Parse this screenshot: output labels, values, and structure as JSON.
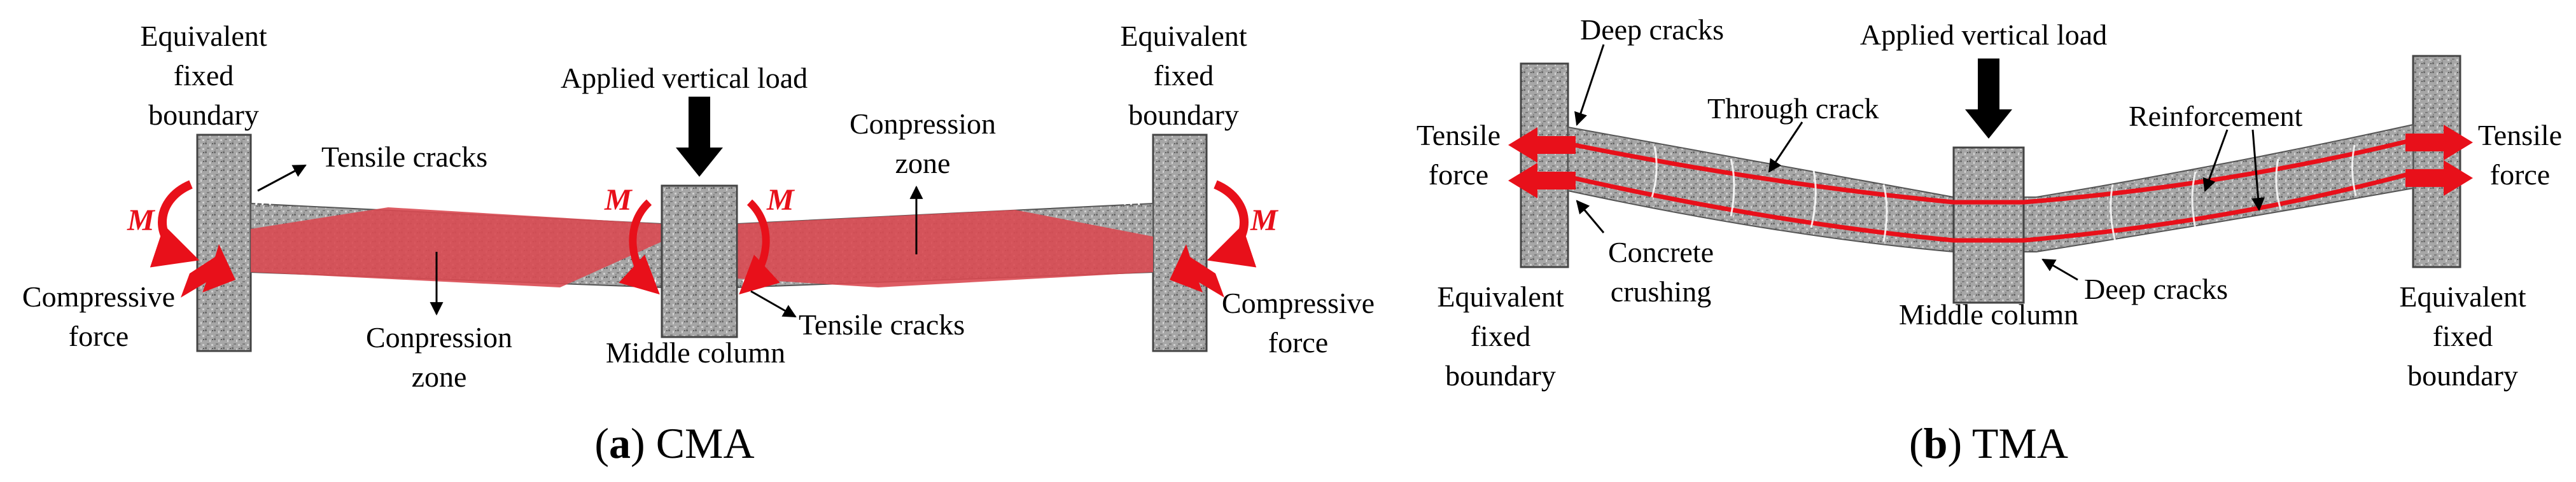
{
  "panel_a": {
    "caption_letter": "a",
    "caption_text": " CMA",
    "labels": {
      "left_boundary": [
        "Equivalent",
        "fixed",
        "boundary"
      ],
      "right_boundary": [
        "Equivalent",
        "fixed",
        "boundary"
      ],
      "applied_load": "Applied vertical load",
      "tensile_cracks_top": "Tensile cracks",
      "tensile_cracks_bottom": "Tensile cracks",
      "compression_zone_right": [
        "Conpression",
        "zone"
      ],
      "compression_zone_left": [
        "Conpression",
        "zone"
      ],
      "compressive_force_left": [
        "Compressive",
        "force"
      ],
      "compressive_force_right": [
        "Compressive",
        "force"
      ],
      "middle_column": "Middle column",
      "moment": "M"
    }
  },
  "panel_b": {
    "caption_letter": "b",
    "caption_text": " TMA",
    "labels": {
      "deep_cracks_top": "Deep cracks",
      "deep_cracks_bottom": "Deep cracks",
      "applied_load": "Applied vertical load",
      "through_crack": "Through crack",
      "reinforcement": "Reinforcement",
      "tensile_force_left": [
        "Tensile",
        "force"
      ],
      "tensile_force_right": [
        "Tensile",
        "force"
      ],
      "concrete_crushing": [
        "Concrete",
        "crushing"
      ],
      "middle_column": "Middle column",
      "left_boundary": [
        "Equivalent",
        "fixed",
        "boundary"
      ],
      "right_boundary": [
        "Equivalent",
        "fixed",
        "boundary"
      ]
    }
  },
  "colors": {
    "force_arrow": "#e8101a",
    "compression_zone": "#d94a52",
    "concrete": "#a8a8a8",
    "reinforcement": "#e8101a",
    "text": "#000000"
  }
}
